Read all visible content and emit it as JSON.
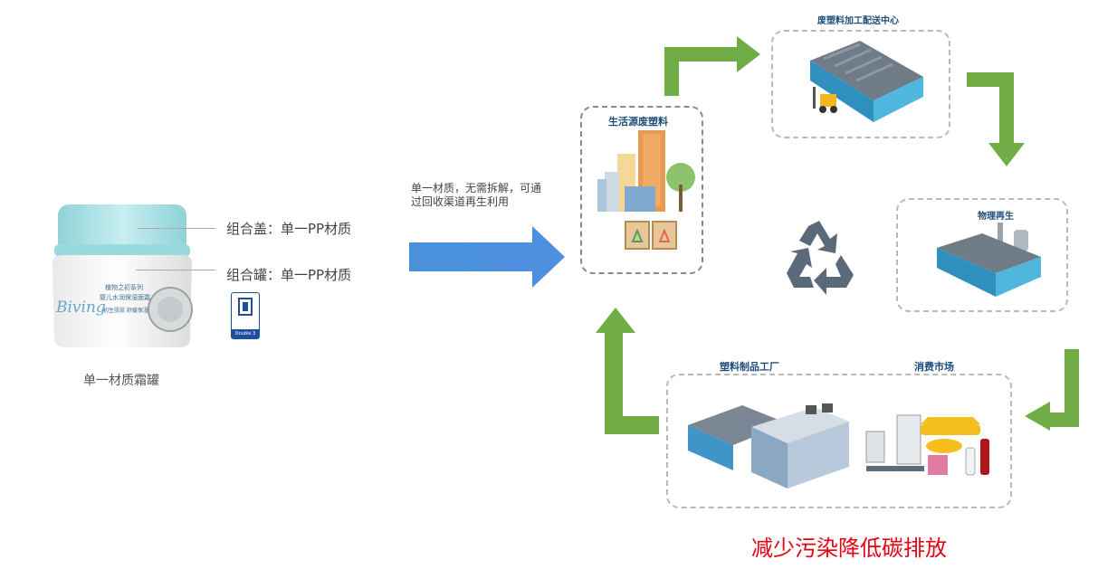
{
  "product": {
    "lid_label": "组合盖：单一PP材质",
    "jar_label": "组合罐：单一PP材质",
    "caption": "单一材质霜罐",
    "jar_brand": "Biving",
    "jar_text_lines": [
      "植物之初系列",
      "婴儿水润保湿面霜",
      "初生肌肤 舒缓保湿"
    ],
    "badge_text": "Double 3"
  },
  "flow": {
    "note_line1": "单一材质，无需拆解，可通",
    "note_line2": "过回收渠道再生利用"
  },
  "stages": {
    "household": "生活源废塑料",
    "processing_center": "废塑料加工配送中心",
    "recycling": "物理再生",
    "factory": "塑料制品工厂",
    "market": "消费市场"
  },
  "slogan": "减少污染降低碳排放",
  "colors": {
    "arrow_blue": "#4a90d9",
    "arrow_green": "#70ad47",
    "jar_lid": "#a8e0e4",
    "slogan_red": "#e60012",
    "recycle_gray": "#5a6a7a"
  }
}
